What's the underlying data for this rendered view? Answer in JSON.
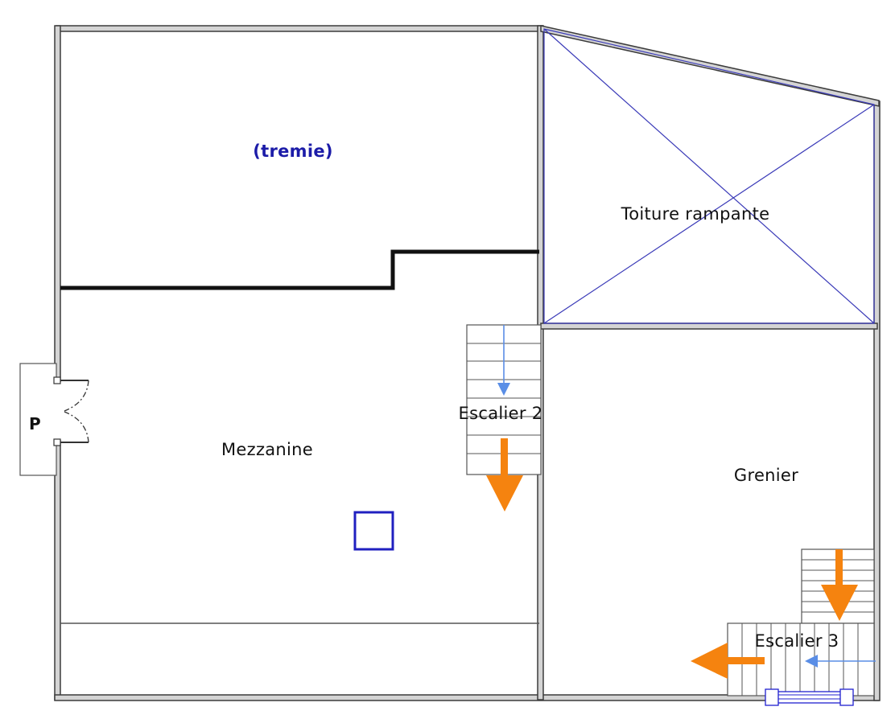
{
  "plan": {
    "rooms": {
      "tremie": "(tremie)",
      "toiture": "Toiture rampante",
      "mezzanine": "Mezzanine",
      "grenier": "Grenier",
      "escalier2": "Escalier 2",
      "escalier3": "Escalier 3",
      "door": "P"
    },
    "colors": {
      "wall": "#3c3c3c",
      "wall_fill": "#cfcfcf",
      "blue_line": "#3a3ab8",
      "label_blue": "#1c1ca8",
      "arrow_orange": "#f5830f",
      "arrow_blue": "#5a8ee6",
      "window_blue": "#2020d0"
    }
  }
}
